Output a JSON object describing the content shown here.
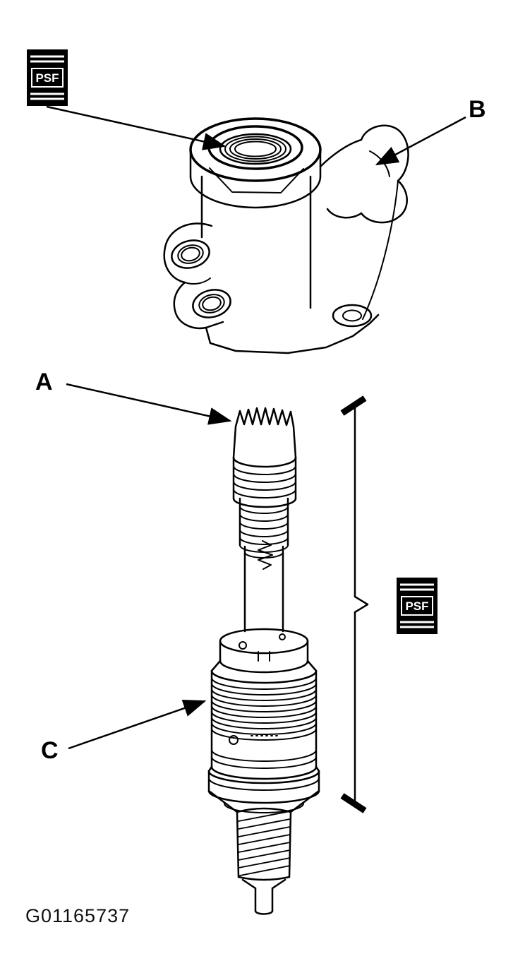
{
  "figure_id": "G01165737",
  "psf_label": "PSF",
  "callouts": {
    "a": "A",
    "b": "B",
    "c": "C"
  },
  "colors": {
    "background": "#ffffff",
    "line": "#000000",
    "badge_background": "#000000",
    "badge_text": "#ffffff"
  }
}
